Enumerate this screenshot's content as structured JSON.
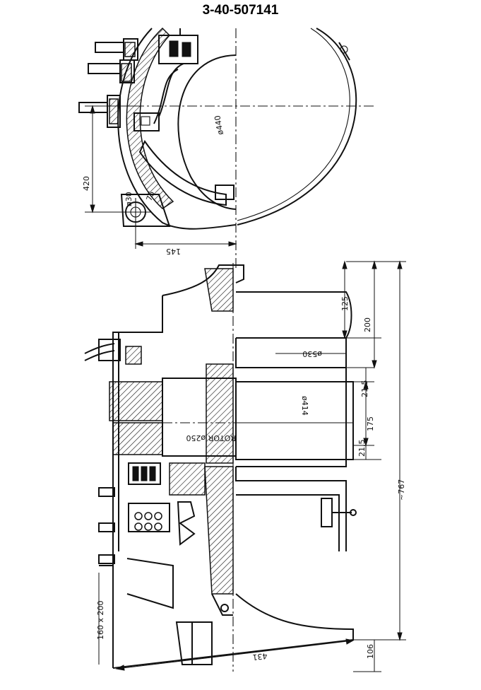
{
  "title": "3-40-507141",
  "dimensions": {
    "d420": "420",
    "d145": "145",
    "d430": "ø30",
    "d75": "75",
    "d440": "ø440",
    "d125": "125",
    "d200": "200",
    "d530": "ø530",
    "d215a": "21,5",
    "d414": "ø414",
    "d175": "175",
    "d215b": "21,5",
    "d767": "~767",
    "rotor": "ROTOR ø250",
    "d160": "160 x 200",
    "d431": "431",
    "d106": "106"
  }
}
